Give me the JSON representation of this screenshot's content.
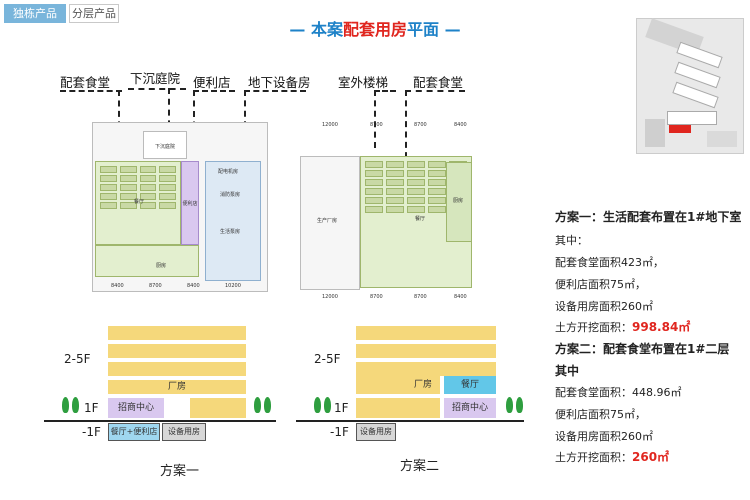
{
  "tabs": {
    "active": "独栋产品",
    "inactive": "分层产品"
  },
  "title": {
    "prefix": "— 本案",
    "highlight": "配套用房",
    "suffix": "平面 —"
  },
  "plan1": {
    "callouts": [
      "配套食堂",
      "下沉庭院",
      "便利店",
      "地下设备房"
    ],
    "rooms": {
      "sunken": "下沉庭院",
      "canteen": "餐厅",
      "shop": "便利店",
      "power": "配电机房",
      "fire": "消防泵房",
      "water": "生活泵房",
      "kitchen": "厨房"
    },
    "dims": [
      "8400",
      "8700",
      "8400",
      "10200"
    ]
  },
  "plan2": {
    "callouts": [
      "室外楼梯",
      "配套食堂"
    ],
    "rooms": {
      "workshop": "生产厂房",
      "canteen": "餐厅",
      "kitchen": "厨房"
    },
    "dims_top": [
      "12000",
      "8700",
      "8700",
      "8400"
    ],
    "dims_bottom": [
      "12000",
      "8700",
      "8700",
      "8400"
    ]
  },
  "section1": {
    "floor_labels": [
      "2-5F",
      "1F",
      "-1F"
    ],
    "factory": "厂房",
    "reception": "招商中心",
    "basement_left": "餐厅+便利店",
    "basement_right": "设备用房",
    "caption": "方案一"
  },
  "section2": {
    "floor_labels": [
      "2-5F",
      "1F",
      "-1F"
    ],
    "factory": "厂房",
    "canteen": "餐厅",
    "reception": "招商中心",
    "basement": "设备用房",
    "caption": "方案二"
  },
  "info": {
    "opt1_title": "方案一：生活配套布置在1#地下室",
    "opt1_sub": "其中：",
    "opt1_canteen": "配套食堂面积423㎡，",
    "opt1_shop": "便利店面积75㎡，",
    "opt1_equip": "设备用房面积260㎡",
    "opt1_earth_label": "土方开挖面积：",
    "opt1_earth_value": "998.84㎡",
    "opt2_title": "方案二：配套食堂布置在1#二层",
    "opt2_sub": "其中",
    "opt2_canteen": "配套食堂面积：448.96㎡",
    "opt2_shop": "便利店面积75㎡，",
    "opt2_equip": "设备用房面积260㎡",
    "opt2_earth_label": "土方开挖面积：",
    "opt2_earth_value": "260㎡"
  },
  "colors": {
    "accent": "#1e82c8",
    "highlight": "#e0261f",
    "yellow": "#f5d87b",
    "purple": "#d9c8ef",
    "cyan": "#62c7e8",
    "green": "#2e9e3f"
  }
}
